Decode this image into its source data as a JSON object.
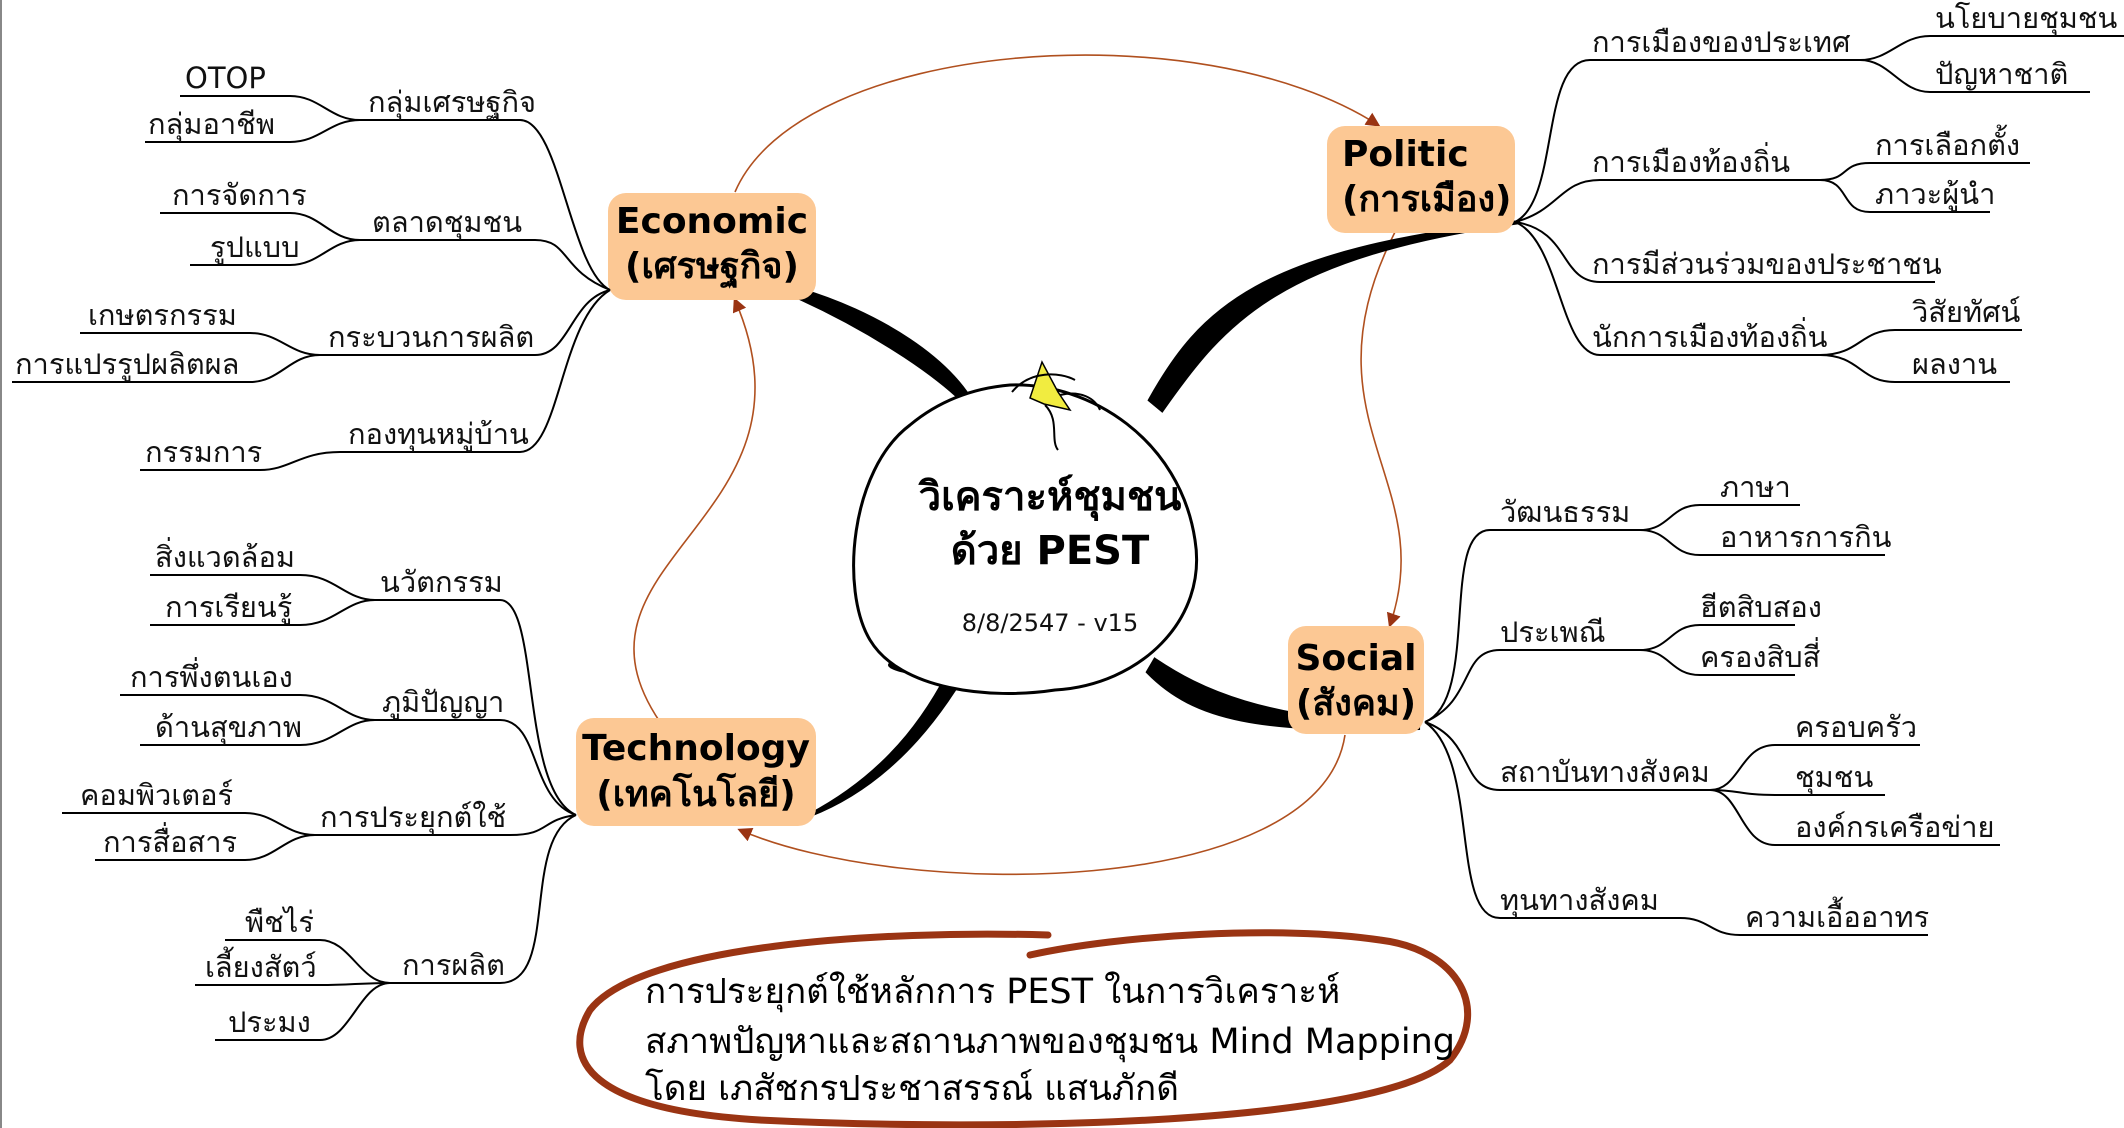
{
  "colors": {
    "node_fill": "#fcc894",
    "connector": "#b0501f",
    "note_ellipse": "#9a3413",
    "sprout": "#f1ec40"
  },
  "center": {
    "title_line1": "วิเคราะห์ชุมชน",
    "title_line2": "ด้วย PEST",
    "version": "8/8/2547 - v15"
  },
  "economic": {
    "title_line1": "Economic",
    "title_line2": "(เศรษฐกิจ)",
    "groups": [
      {
        "label": "กลุ่มเศรษฐกิจ",
        "children": [
          "OTOP",
          "กลุ่มอาชีพ"
        ]
      },
      {
        "label": "ตลาดชุมชน",
        "children": [
          "การจัดการ",
          "รูปแบบ"
        ]
      },
      {
        "label": "กระบวนการผลิต",
        "children": [
          "เกษตรกรรม",
          "การแปรรูปผลิตผล"
        ]
      },
      {
        "label": "กองทุนหมู่บ้าน",
        "children": [
          "กรรมการ"
        ]
      }
    ]
  },
  "politic": {
    "title_line1": "Politic",
    "title_line2": "(การเมือง)",
    "groups": [
      {
        "label": "การเมืองของประเทศ",
        "children": [
          "นโยบายชุมชน",
          "ปัญหาชาติ"
        ]
      },
      {
        "label": "การเมืองท้องถิ่น",
        "children": [
          "การเลือกตั้ง",
          "ภาวะผู้นำ"
        ]
      },
      {
        "label": "การมีส่วนร่วมของประชาชน",
        "children": []
      },
      {
        "label": "นักการเมืองท้องถิ่น",
        "children": [
          "วิสัยทัศน์",
          "ผลงาน"
        ]
      }
    ]
  },
  "social": {
    "title_line1": "Social",
    "title_line2": "(สังคม)",
    "groups": [
      {
        "label": "วัฒนธรรม",
        "children": [
          "ภาษา",
          "อาหารการกิน"
        ]
      },
      {
        "label": "ประเพณี",
        "children": [
          "ฮีตสิบสอง",
          "ครองสิบสี่"
        ]
      },
      {
        "label": "สถาบันทางสังคม",
        "children": [
          "ครอบครัว",
          "ชุมชน",
          "องค์กรเครือข่าย"
        ]
      },
      {
        "label": "ทุนทางสังคม",
        "children": [
          "ความเอื้ออาทร"
        ]
      }
    ]
  },
  "technology": {
    "title_line1": "Technology",
    "title_line2": "(เทคโนโลยี)",
    "groups": [
      {
        "label": "นวัตกรรม",
        "children": [
          "สิ่งแวดล้อม",
          "การเรียนรู้"
        ]
      },
      {
        "label": "ภูมิปัญญา",
        "children": [
          "การพึ่งตนเอง",
          "ด้านสุขภาพ"
        ]
      },
      {
        "label": "การประยุกต์ใช้",
        "children": [
          "คอมพิวเตอร์",
          "การสื่อสาร"
        ]
      },
      {
        "label": "การผลิต",
        "children": [
          "พืชไร่",
          "เลี้ยงสัตว์",
          "ประมง"
        ]
      }
    ]
  },
  "note": {
    "line1": "การประยุกต์ใช้หลักการ PEST ในการวิเคราะห์",
    "line2": "สภาพปัญหาและสถานภาพของชุมชน Mind Mapping",
    "line3": "โดย เภสัชกรประชาสรรณ์ แสนภักดี"
  }
}
